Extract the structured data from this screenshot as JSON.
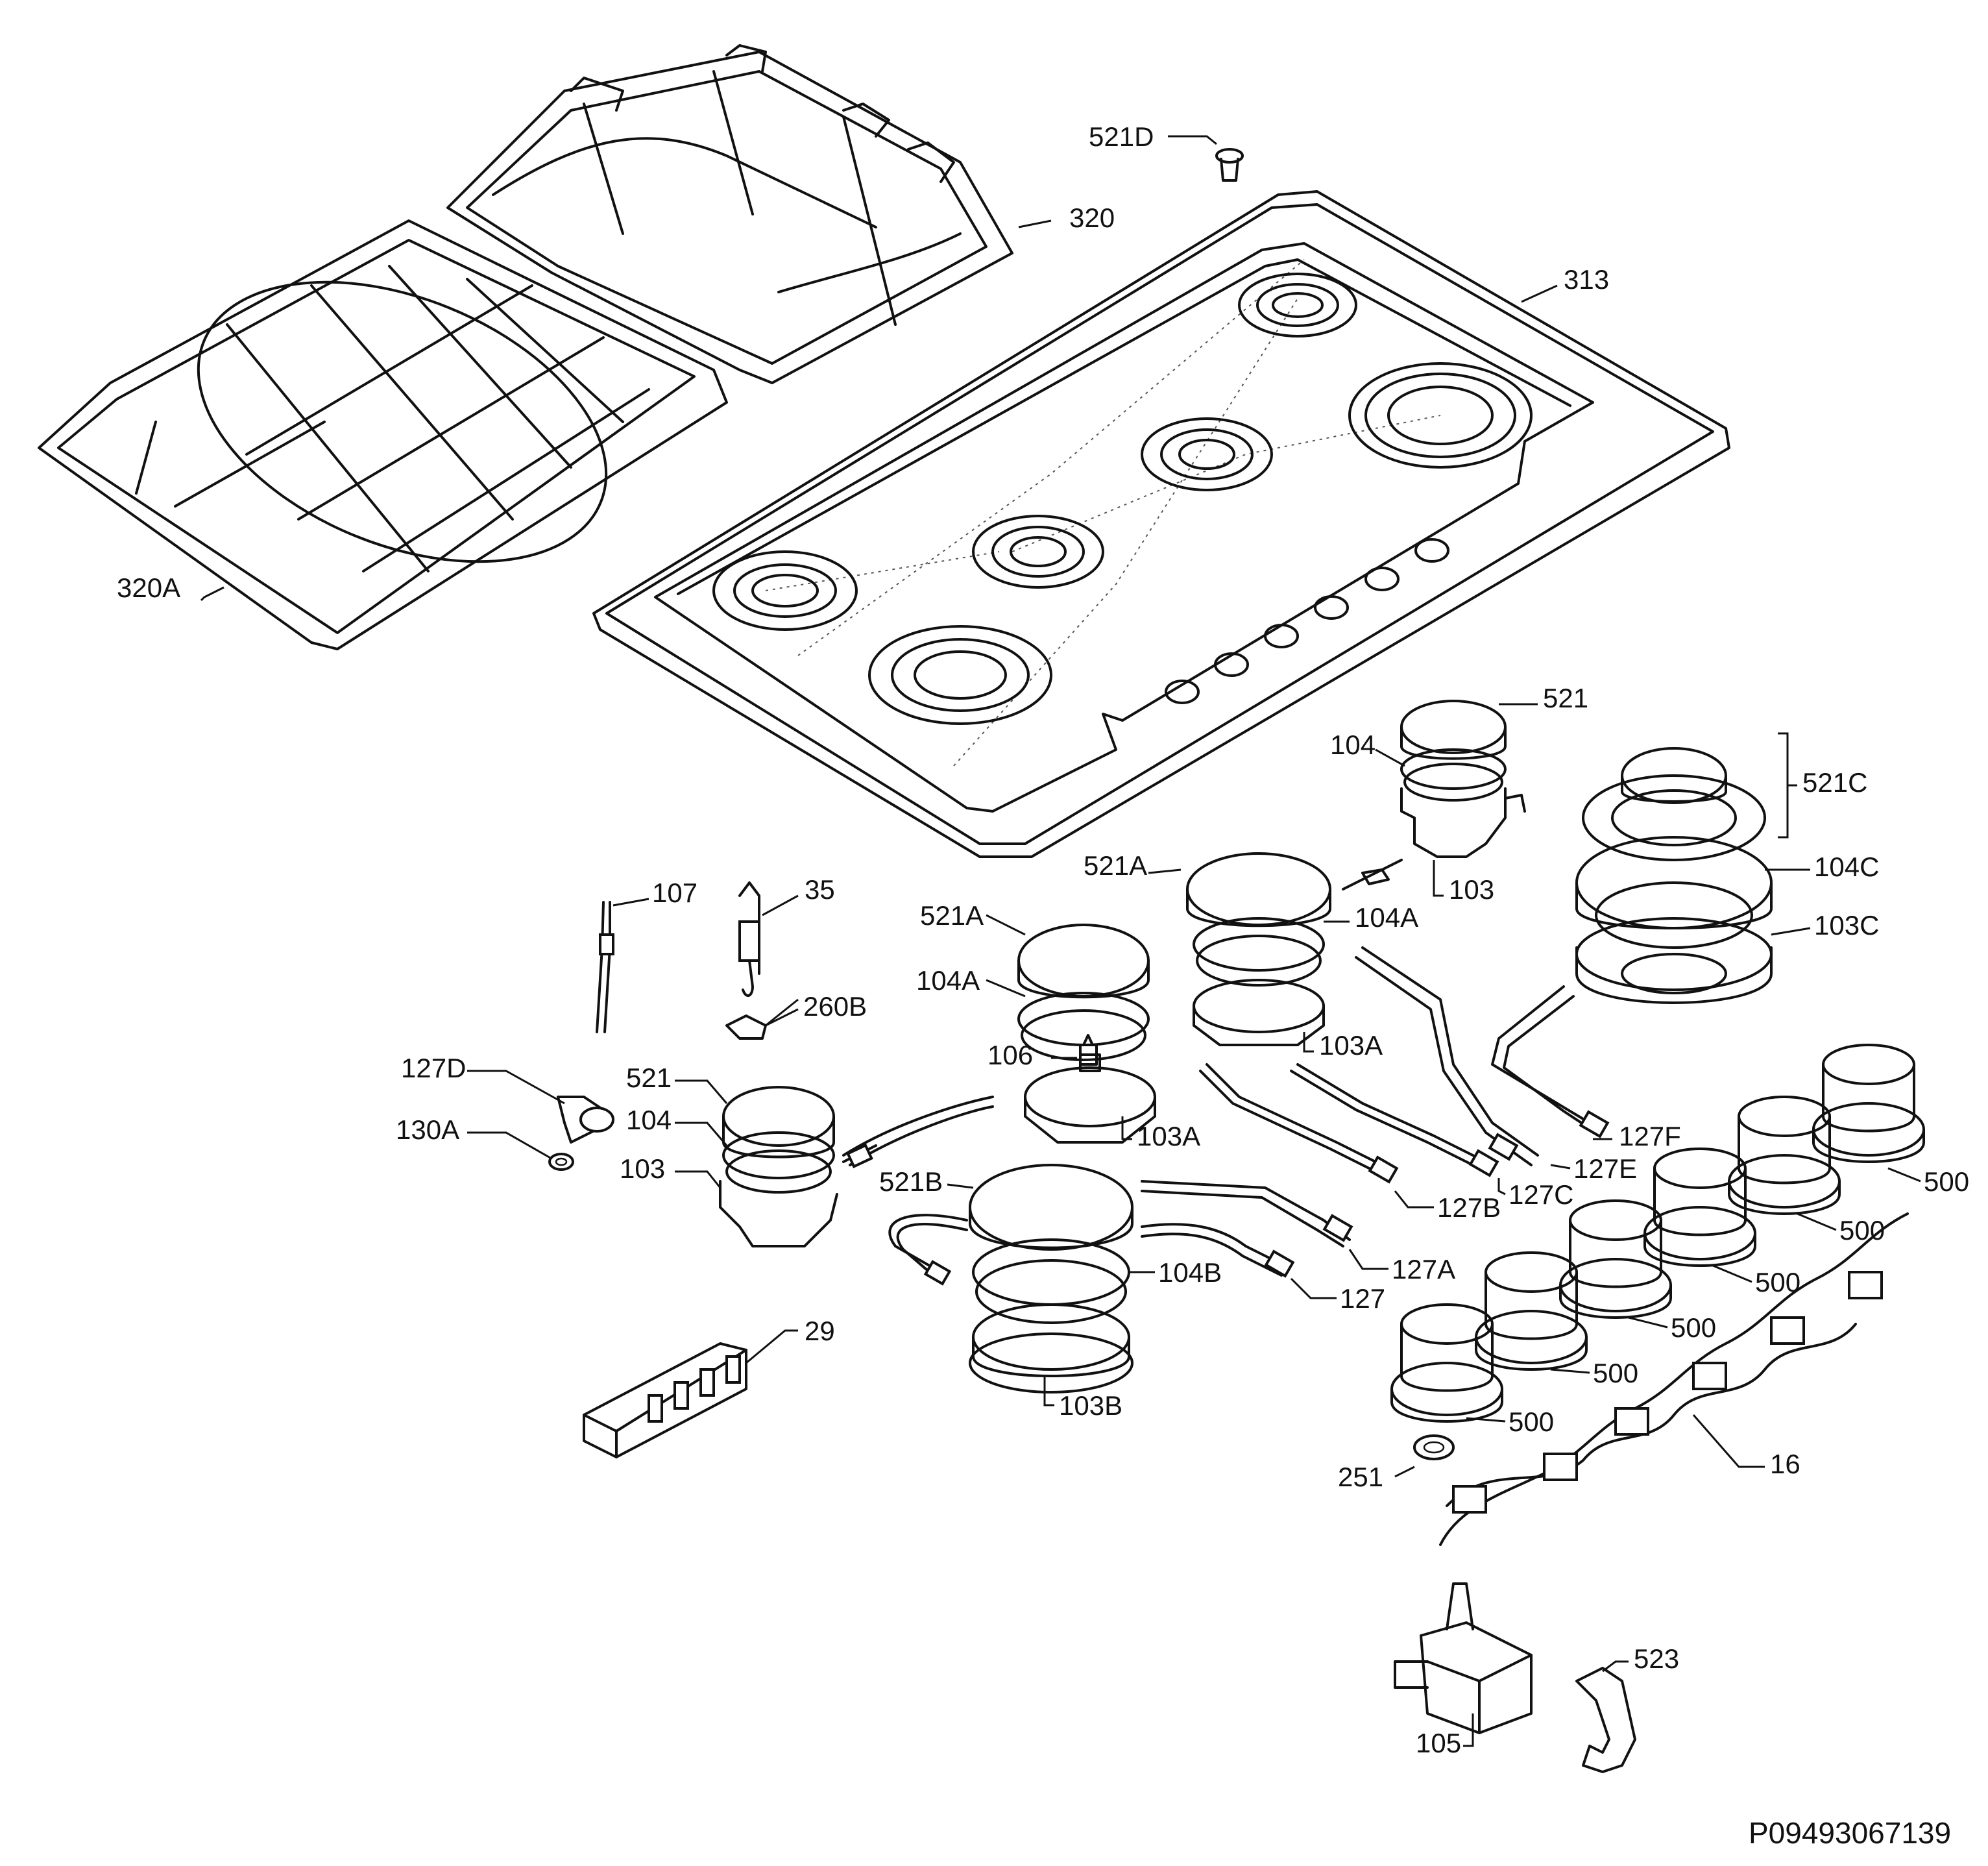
{
  "document_code": "P09493067139",
  "labels": {
    "l521D": "521D",
    "l320": "320",
    "l313": "313",
    "l320A": "320A",
    "l521_top": "521",
    "l104_top": "104",
    "l103_top": "103",
    "l521C": "521C",
    "l104C": "104C",
    "l103C": "103C",
    "l521A_r": "521A",
    "l104A_r": "104A",
    "l103A_r": "103A",
    "l521A_m": "521A",
    "l104A_m": "104A",
    "l106": "106",
    "l103A_m": "103A",
    "l107": "107",
    "l35": "35",
    "l260B": "260B",
    "l127D": "127D",
    "l130A": "130A",
    "l521_l": "521",
    "l104_l": "104",
    "l103_l": "103",
    "l521B": "521B",
    "l104B": "104B",
    "l103B": "103B",
    "l127F": "127F",
    "l127E": "127E",
    "l127C": "127C",
    "l127B": "127B",
    "l127A": "127A",
    "l127": "127",
    "l29": "29",
    "l500_1": "500",
    "l500_2": "500",
    "l500_3": "500",
    "l500_4": "500",
    "l500_5": "500",
    "l500_6": "500",
    "l251": "251",
    "l16": "16",
    "l523": "523",
    "l105": "105"
  }
}
